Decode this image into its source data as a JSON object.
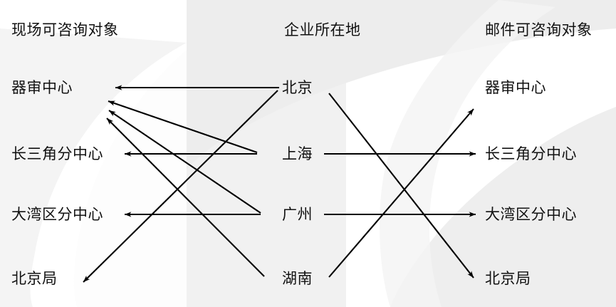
{
  "diagram": {
    "type": "tripartite-mapping",
    "title_row": {
      "left_header": "现场可咨询对象",
      "middle_header": "企业所在地",
      "right_header": "邮件可咨询对象"
    },
    "columns": {
      "left": {
        "header": "现场可咨询对象",
        "items": [
          {
            "id": "l-qsz",
            "label": "器审中心"
          },
          {
            "id": "l-csj",
            "label": "长三角分中心"
          },
          {
            "id": "l-dwq",
            "label": "大湾区分中心"
          },
          {
            "id": "l-bjj",
            "label": "北京局"
          }
        ]
      },
      "middle": {
        "header": "企业所在地",
        "items": [
          {
            "id": "m-bj",
            "label": "北京"
          },
          {
            "id": "m-sh",
            "label": "上海"
          },
          {
            "id": "m-gz",
            "label": "广州"
          },
          {
            "id": "m-hn",
            "label": "湖南"
          }
        ]
      },
      "right": {
        "header": "邮件可咨询对象",
        "items": [
          {
            "id": "r-qsz",
            "label": "器审中心"
          },
          {
            "id": "r-csj",
            "label": "长三角分中心"
          },
          {
            "id": "r-dwq",
            "label": "大湾区分中心"
          },
          {
            "id": "r-bjj",
            "label": "北京局"
          }
        ]
      }
    },
    "edges_left": [
      {
        "from": "北京",
        "to": "器审中心"
      },
      {
        "from": "北京",
        "to": "北京局"
      },
      {
        "from": "上海",
        "to": "器审中心"
      },
      {
        "from": "上海",
        "to": "长三角分中心"
      },
      {
        "from": "广州",
        "to": "器审中心"
      },
      {
        "from": "广州",
        "to": "大湾区分中心"
      },
      {
        "from": "湖南",
        "to": "器审中心"
      }
    ],
    "edges_right": [
      {
        "from": "北京",
        "to": "北京局"
      },
      {
        "from": "上海",
        "to": "长三角分中心"
      },
      {
        "from": "广州",
        "to": "大湾区分中心"
      },
      {
        "from": "湖南",
        "to": "器审中心"
      }
    ],
    "colors": {
      "line": "#000000",
      "text": "#111111",
      "background": "#ffffff",
      "band": "#f0f0f0",
      "swoosh": "#ebebeb"
    }
  }
}
